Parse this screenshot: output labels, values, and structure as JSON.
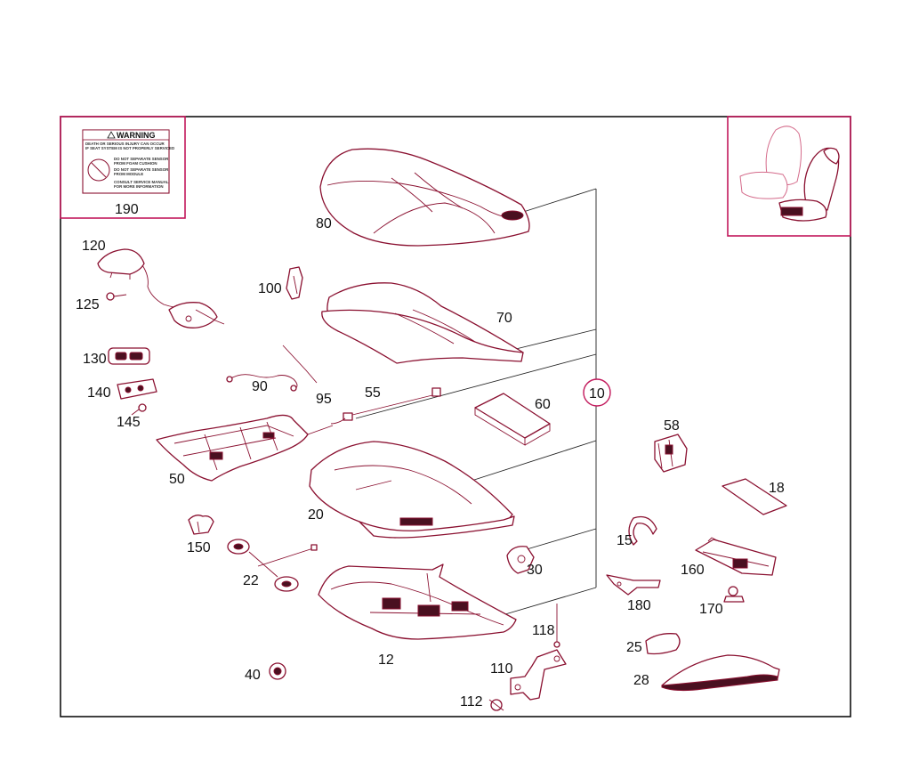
{
  "diagram": {
    "callouts": [
      {
        "id": "callout-190",
        "label": "190"
      },
      {
        "id": "callout-80",
        "label": "80"
      },
      {
        "id": "callout-120",
        "label": "120"
      },
      {
        "id": "callout-125",
        "label": "125"
      },
      {
        "id": "callout-100",
        "label": "100"
      },
      {
        "id": "callout-70",
        "label": "70"
      },
      {
        "id": "callout-130",
        "label": "130"
      },
      {
        "id": "callout-90",
        "label": "90"
      },
      {
        "id": "callout-95",
        "label": "95"
      },
      {
        "id": "callout-55",
        "label": "55"
      },
      {
        "id": "callout-140",
        "label": "140"
      },
      {
        "id": "callout-145",
        "label": "145"
      },
      {
        "id": "callout-10",
        "label": "10"
      },
      {
        "id": "callout-60",
        "label": "60"
      },
      {
        "id": "callout-58",
        "label": "58"
      },
      {
        "id": "callout-50",
        "label": "50"
      },
      {
        "id": "callout-18",
        "label": "18"
      },
      {
        "id": "callout-20",
        "label": "20"
      },
      {
        "id": "callout-15",
        "label": "15"
      },
      {
        "id": "callout-150",
        "label": "150"
      },
      {
        "id": "callout-30",
        "label": "30"
      },
      {
        "id": "callout-160",
        "label": "160"
      },
      {
        "id": "callout-22",
        "label": "22"
      },
      {
        "id": "callout-180",
        "label": "180"
      },
      {
        "id": "callout-170",
        "label": "170"
      },
      {
        "id": "callout-118",
        "label": "118"
      },
      {
        "id": "callout-12",
        "label": "12"
      },
      {
        "id": "callout-25",
        "label": "25"
      },
      {
        "id": "callout-110",
        "label": "110"
      },
      {
        "id": "callout-40",
        "label": "40"
      },
      {
        "id": "callout-28",
        "label": "28"
      },
      {
        "id": "callout-112",
        "label": "112"
      }
    ],
    "warning_label": {
      "title": "WARNING",
      "headline": "DEATH OR SERIOUS INJURY CAN OCCUR",
      "subline": "IF SEAT SYSTEM IS NOT PROPERLY SERVICED",
      "bullets": [
        "DO NOT SEPARATE SENSOR",
        "FROM FOAM CUSHION",
        "DO NOT SEPARATE SENSOR",
        "FROM MODULE"
      ],
      "footer": [
        "CONSULT SERVICE MANUAL",
        "FOR MORE INFORMATION"
      ]
    }
  }
}
